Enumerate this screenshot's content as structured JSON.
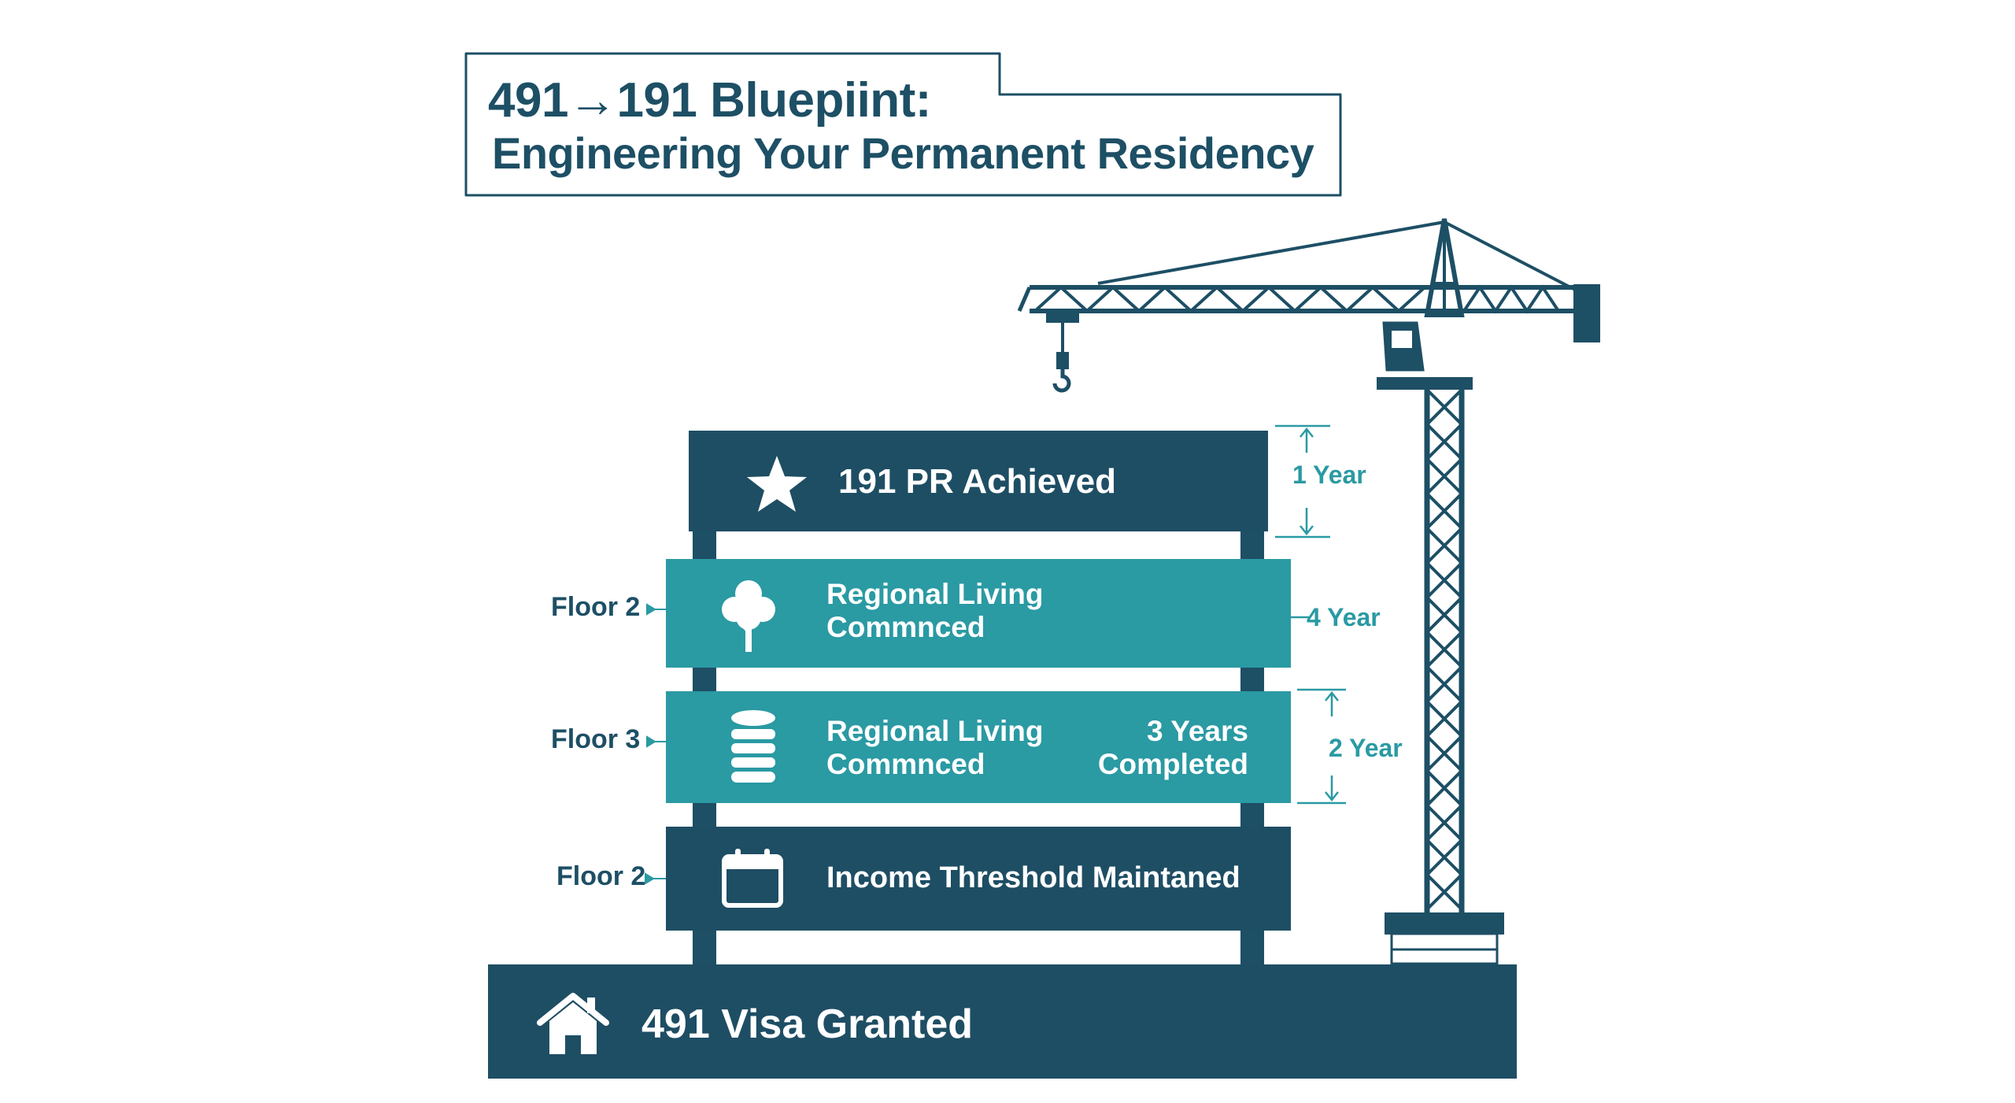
{
  "title": {
    "line1": "491→191 Bluepiint:",
    "line2": "Engineering Your Permanent Residency"
  },
  "floors": [
    {
      "text": "191 PR Achieved",
      "icon": "star-icon",
      "style": "dark",
      "side_label": "",
      "duration": "1 Year"
    },
    {
      "text": "Regional Living Commnced",
      "icon": "tree-icon",
      "style": "teal",
      "side_label": "Floor 2",
      "duration": "4 Year"
    },
    {
      "text": "Regional Living Commnced",
      "extra": "3 Years Completed",
      "icon": "coin-stack-icon",
      "style": "teal",
      "side_label": "Floor 3",
      "duration": "2 Year"
    },
    {
      "text": "Income Threshold Maintaned",
      "icon": "calendar-icon",
      "style": "dark",
      "side_label": "Floor 2",
      "duration": ""
    }
  ],
  "foundation": {
    "text": "491 Visa Granted",
    "icon": "house-icon"
  },
  "colors": {
    "dark_navy": "#1e4e64",
    "teal": "#2a9aa3",
    "background": "#ffffff"
  }
}
